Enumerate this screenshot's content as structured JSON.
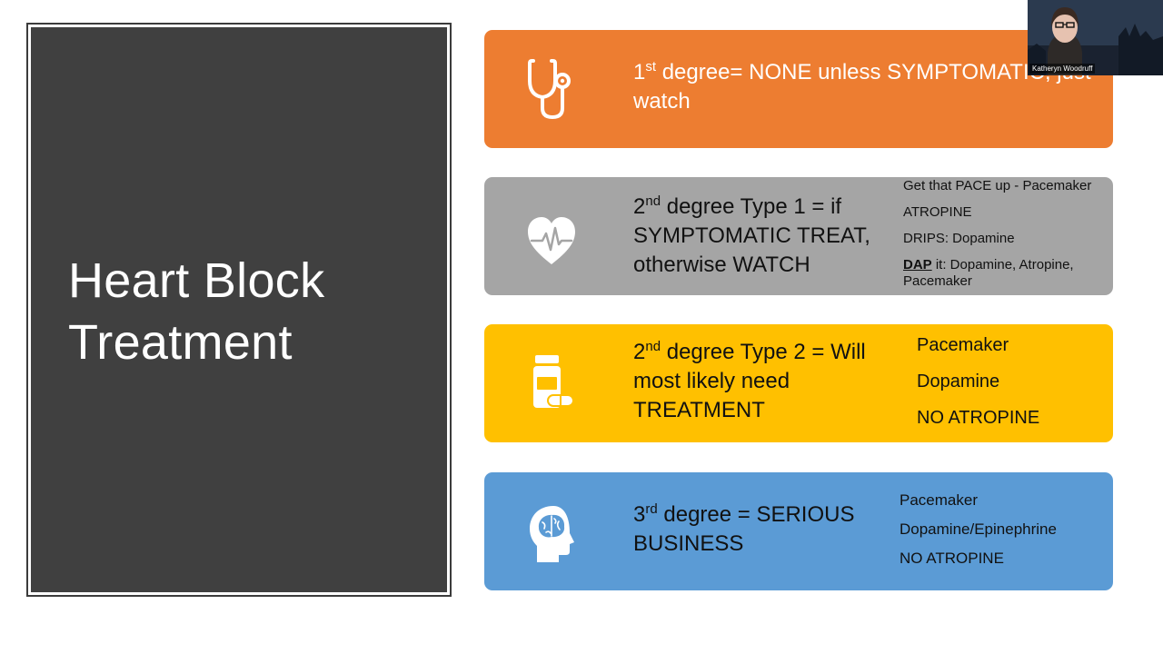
{
  "slide": {
    "title_line1": "Heart Block",
    "title_line2": "Treatment",
    "cards": [
      {
        "icon": "stethoscope-icon",
        "color": "#ed7d31",
        "degree": "1",
        "ordinal": "st",
        "text": " degree= NONE unless SYMPTOMATIC, just watch"
      },
      {
        "icon": "heartbeat-icon",
        "color": "#a5a5a5",
        "degree": "2",
        "ordinal": "nd",
        "text": " degree Type 1 = if SYMPTOMATIC TREAT, otherwise WATCH",
        "notes": [
          "Get that PACE up - Pacemaker",
          "ATROPINE",
          "DRIPS: Dopamine"
        ],
        "note_last_prefix": "DAP",
        "note_last_rest": " it: Dopamine, Atropine, Pacemaker"
      },
      {
        "icon": "medicine-bottle-icon",
        "color": "#ffc000",
        "degree": "2",
        "ordinal": "nd",
        "text": " degree Type 2 = Will most likely need TREATMENT",
        "notes": [
          "Pacemaker",
          "Dopamine",
          "NO ATROPINE"
        ]
      },
      {
        "icon": "brain-head-icon",
        "color": "#5b9bd5",
        "degree": "3",
        "ordinal": "rd",
        "text": " degree = SERIOUS BUSINESS",
        "notes": [
          "Pacemaker",
          "Dopamine/Epinephrine",
          "NO ATROPINE"
        ]
      }
    ]
  },
  "webcam": {
    "participant_name": "Katheryn Woodruff"
  }
}
